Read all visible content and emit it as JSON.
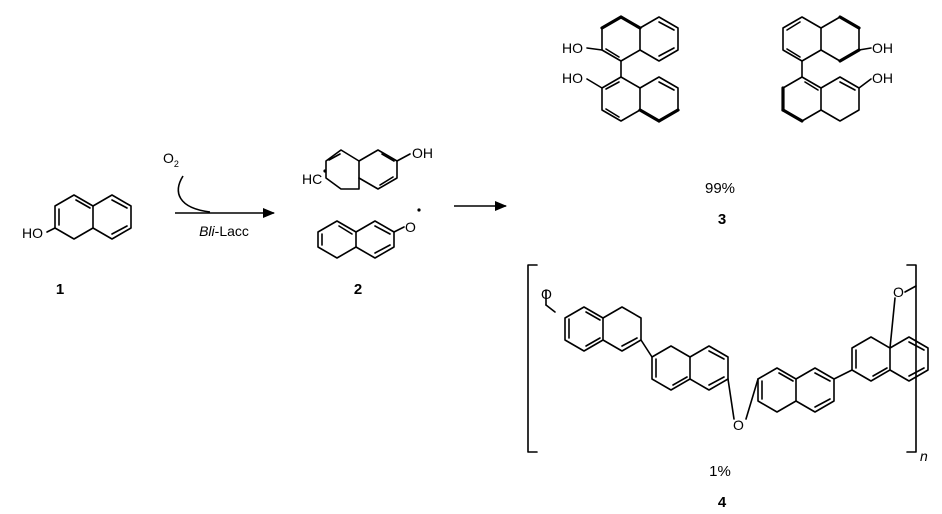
{
  "compounds": {
    "c1": {
      "number": "1",
      "oh_label": "HO"
    },
    "c2": {
      "number": "2",
      "oh_label": "OH",
      "hc_label": "HC",
      "o_label": "O"
    },
    "c3": {
      "number": "3",
      "yield": "99%",
      "oh_labels": [
        "HO",
        "HO",
        "OH",
        "OH"
      ]
    },
    "c4": {
      "number": "4",
      "yield": "1%",
      "o_label": "O",
      "repeat": "n"
    }
  },
  "reaction": {
    "reagent": "O",
    "reagent_sub": "2",
    "catalyst_italic": "Bli",
    "catalyst_rest": "-Lacc"
  }
}
